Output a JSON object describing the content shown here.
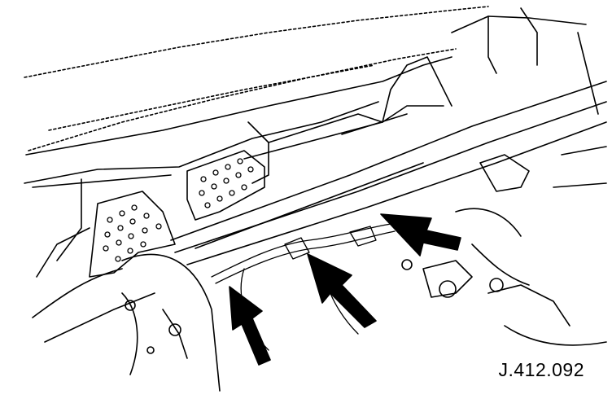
{
  "figure": {
    "reference_code": "J.412.092"
  },
  "colors": {
    "line": "#000000",
    "background": "#ffffff"
  },
  "callouts": [
    {
      "id": "arrow-1",
      "points_to": "harness-clip-left"
    },
    {
      "id": "arrow-2",
      "points_to": "harness-clip-center"
    },
    {
      "id": "arrow-3",
      "points_to": "harness-clip-right"
    }
  ]
}
